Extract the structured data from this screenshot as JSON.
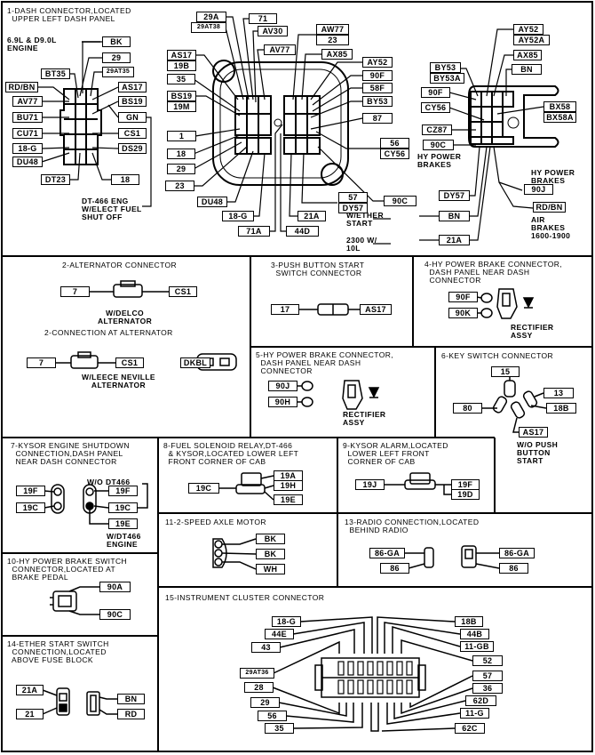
{
  "p1": {
    "title": "1-DASH CONNECTOR,LOCATED\n  UPPER LEFT DASH PANEL",
    "notes": [
      "6.9L & D9.0L\nENGINE",
      "DT-466 ENG\nW/ELECT FUEL\nSHUT OFF",
      "W/ETHER\nSTART",
      "2300 W/\n10L",
      "HY POWER\nBRAKES",
      "HY POWER\nBRAKES",
      "AIR\nBRAKES\n1600-1900"
    ],
    "left_labels": [
      "BK",
      "29",
      "29AT35",
      "BT35",
      "RD/BN",
      "AS17",
      "AV77",
      "BS19",
      "BU71",
      "GN",
      "CU71",
      "CS1",
      "18-G",
      "DS29",
      "DU48",
      "DT23",
      "18"
    ],
    "mid_labels": [
      "29A",
      "29AT38",
      "71",
      "AV30",
      "AV77",
      "AW77",
      "23",
      "AX85",
      "AS17",
      "19B",
      "AY52",
      "90F",
      "58F",
      "BY53",
      "87",
      "35",
      "BS19",
      "19M",
      "1",
      "18",
      "29",
      "23",
      "DU48",
      "56",
      "CY56",
      "18-G",
      "57",
      "DY57",
      "90C",
      "21A",
      "71A",
      "44D"
    ],
    "right_labels": [
      "AY52",
      "AY52A",
      "AX85",
      "BN",
      "BY53",
      "BY53A",
      "90F",
      "CY56",
      "BX58",
      "BX58A",
      "CZ87",
      "90C",
      "90J",
      "DY57",
      "RD/BN",
      "BN",
      "21A"
    ]
  },
  "p2": {
    "title": "2-ALTERNATOR CONNECTOR",
    "title2": "2-CONNECTION AT ALTERNATOR",
    "labels": [
      "7",
      "CS1",
      "7",
      "CS1",
      "DKBL"
    ],
    "notes": [
      "W/DELCO\nALTERNATOR",
      "W/LEECE NEVILLE\nALTERNATOR"
    ]
  },
  "p3": {
    "title": "3-PUSH BUTTON START\n  SWITCH CONNECTOR",
    "labels": [
      "17",
      "AS17"
    ]
  },
  "p4": {
    "title": "4-HY POWER BRAKE CONNECTOR,\n  DASH PANEL NEAR DASH\n  CONNECTOR",
    "labels": [
      "90F",
      "90K"
    ],
    "notes": [
      "RECTIFIER\nASSY"
    ]
  },
  "p5": {
    "title": "5-HY POWER BRAKE CONNECTOR,\n  DASH PANEL NEAR DASH\n  CONNECTOR",
    "labels": [
      "90J",
      "90H"
    ],
    "notes": [
      "RECTIFIER\nASSY"
    ]
  },
  "p6": {
    "title": "6-KEY SWITCH CONNECTOR",
    "labels": [
      "15",
      "13",
      "80",
      "18B",
      "AS17"
    ],
    "notes": [
      "W/O PUSH\nBUTTON\nSTART"
    ]
  },
  "p7": {
    "title": "7-KYSOR ENGINE SHUTDOWN\n  CONNECTION,DASH PANEL\n  NEAR DASH CONNECTOR",
    "labels": [
      "19F",
      "19C",
      "19F",
      "19C",
      "19E"
    ],
    "notes": [
      "W/O DT466",
      "W/DT466\nENGINE"
    ]
  },
  "p8": {
    "title": "8-FUEL SOLENOID RELAY,DT-466\n  & KYSOR,LOCATED LOWER LEFT\n  FRONT CORNER OF CAB",
    "labels": [
      "19A",
      "19H",
      "19C",
      "19E"
    ]
  },
  "p9": {
    "title": "9-KYSOR ALARM,LOCATED\n  LOWER LEFT FRONT\n  CORNER OF CAB",
    "labels": [
      "19J",
      "19F",
      "19D"
    ]
  },
  "p10": {
    "title": "10-HY POWER BRAKE SWITCH\n  CONNECTOR,LOCATED AT\n  BRAKE PEDAL",
    "labels": [
      "90A",
      "90C"
    ]
  },
  "p11": {
    "title": "11-2-SPEED AXLE MOTOR",
    "labels": [
      "BK",
      "BK",
      "WH"
    ]
  },
  "p13": {
    "title": "13-RADIO CONNECTION,LOCATED\n  BEHIND RADIO",
    "labels": [
      "86-GA",
      "86",
      "86-GA",
      "86"
    ]
  },
  "p14": {
    "title": "14-ETHER START SWITCH\n  CONNECTION,LOCATED\n  ABOVE FUSE BLOCK",
    "labels": [
      "21A",
      "21",
      "BN",
      "RD"
    ]
  },
  "p15": {
    "title": "15-INSTRUMENT CLUSTER CONNECTOR",
    "left_labels": [
      "18-G",
      "44E",
      "43",
      "29AT36",
      "28",
      "29",
      "56",
      "35"
    ],
    "right_labels": [
      "18B",
      "44B",
      "11-GB",
      "52",
      "57",
      "36",
      "62D",
      "11-G",
      "62C"
    ]
  }
}
